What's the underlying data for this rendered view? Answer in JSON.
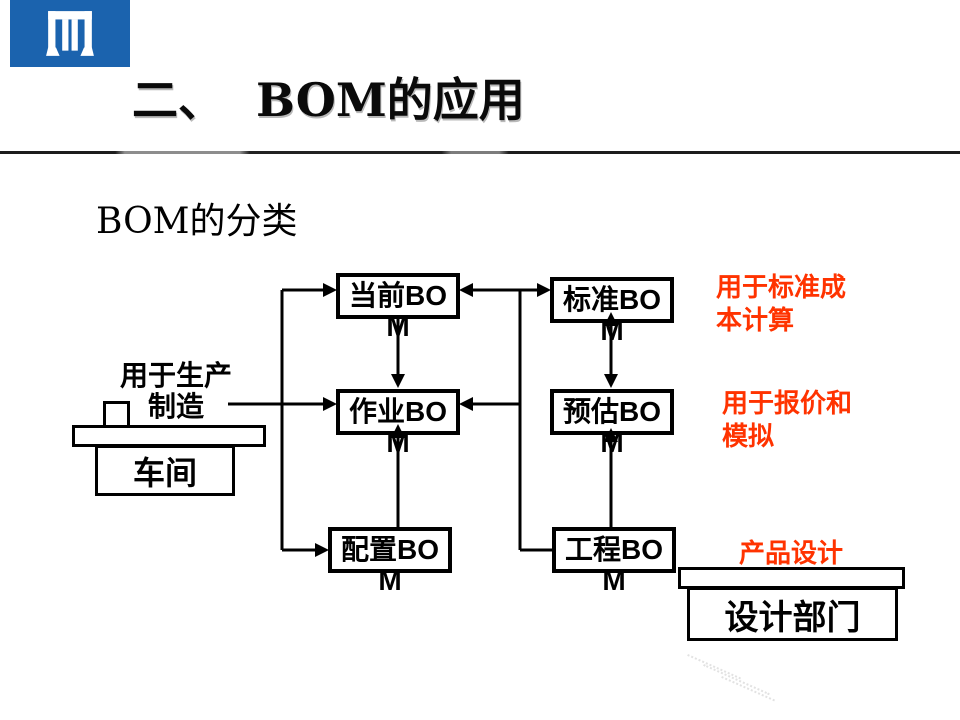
{
  "header": {
    "title": "二、  BOM的应用"
  },
  "section": {
    "heading": "BOM的分类"
  },
  "colors": {
    "logo_blue": "#1b63ae",
    "accent_red": "#ff3300",
    "line_black": "#000000"
  },
  "icons": {
    "logo": "gate-columns-logo"
  },
  "diagram": {
    "boxes": {
      "current": {
        "label": "当前BOM",
        "line1": "当前BO",
        "line2": "M"
      },
      "standard": {
        "label": "标准BOM",
        "line1": "标准BO",
        "line2": "M"
      },
      "operation": {
        "label": "作业BOM",
        "line1": "作业BO",
        "line2": "M"
      },
      "estimated": {
        "label": "预估BOM",
        "line1": "预估BO",
        "line2": "M"
      },
      "configured": {
        "label": "配置BOM",
        "line1": "配置BO",
        "line2": "M"
      },
      "engineering": {
        "label": "工程BOM",
        "line1": "工程BO",
        "line2": "M"
      }
    },
    "annotations": {
      "production": {
        "line1": "用于生产",
        "line2": "制造"
      },
      "standard_cost": {
        "line1": "用于标准成",
        "line2": "本计算"
      },
      "quotation": {
        "line1": "用于报价和",
        "line2": "模拟"
      },
      "product_design": {
        "text": "产品设计"
      }
    },
    "entities": {
      "workshop": {
        "label": "车间"
      },
      "design_dept": {
        "label": "设计部门"
      }
    }
  }
}
